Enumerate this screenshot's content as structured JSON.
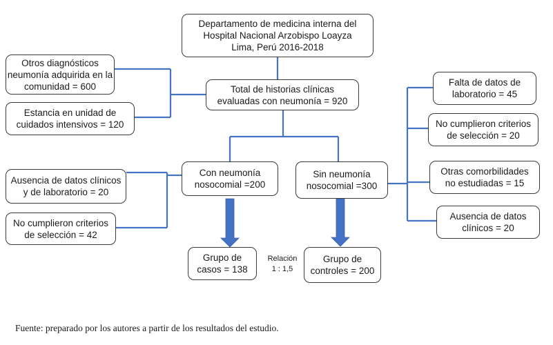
{
  "boxes": {
    "department": [
      "Departamento de medicina interna del",
      "Hospital Nacional Arzobispo Loayza",
      "Lima, Perú 2016-2018"
    ],
    "total": [
      "Total de historias clínicas",
      "evaluadas con neumonía = 920"
    ],
    "excl_other_dx": [
      "Otros diagnósticos",
      "neumonía adquirida en la",
      "comunidad = 600"
    ],
    "excl_icu": [
      "Estancia en unidad de",
      "cuidados intensivos = 120"
    ],
    "with_pneumonia": [
      "Con neumonía",
      "nosocomial =200"
    ],
    "without_pneumonia": [
      "Sin neumonía",
      "nosocomial =300"
    ],
    "excl_case_absence": [
      "Ausencia de datos clínicos",
      "y de laboratorio = 20"
    ],
    "excl_case_criteria": [
      "No cumplieron criterios",
      "de selección = 42"
    ],
    "excl_ctrl_lab": [
      "Falta de datos de",
      "laboratorio  = 45"
    ],
    "excl_ctrl_criteria": [
      "No cumplieron criterios",
      "de selección = 20"
    ],
    "excl_ctrl_comorb": [
      "Otras comorbilidades",
      "no estudiadas = 15"
    ],
    "excl_ctrl_absence": [
      "Ausencia de datos",
      "clínicos  = 20"
    ],
    "cases": [
      "Grupo de",
      "casos = 138"
    ],
    "controls": [
      "Grupo de",
      "controles = 200"
    ]
  },
  "ratio": [
    "Relación",
    "1 : 1,5"
  ],
  "source": "Fuente: preparado por los autores a partir de los resultados del estudio.",
  "colors": {
    "connector": "#4472C4",
    "arrow": "#4472C4",
    "border": "#3a3a3a"
  }
}
